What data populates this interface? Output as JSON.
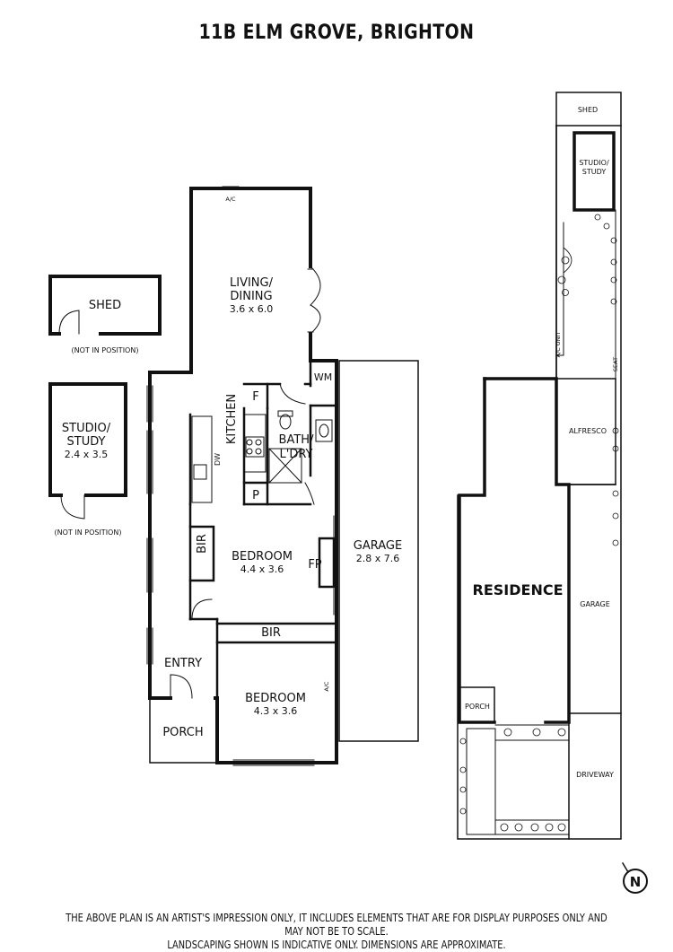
{
  "title": "11B ELM GROVE, BRIGHTON",
  "floor_plan": {
    "living": {
      "name_line1": "LIVING/",
      "name_line2": "DINING",
      "size": "3.6 x 6.0"
    },
    "kitchen": "KITCHEN",
    "bath": {
      "line1": "BATH/",
      "line2": "L'DRY"
    },
    "wm": "WM",
    "fridge": "F",
    "pantry": "P",
    "dishwasher": "DW",
    "ac": "A/C",
    "bedroom1": {
      "name": "BEDROOM",
      "size": "4.4 x 3.6"
    },
    "bedroom2": {
      "name": "BEDROOM",
      "size": "4.3 x 3.6"
    },
    "bir": "BIR",
    "fireplace": "FP",
    "garage": {
      "name": "GARAGE",
      "size": "2.8 x 7.6"
    },
    "entry": "ENTRY",
    "porch": "PORCH",
    "shed": {
      "name": "SHED",
      "note": "(NOT IN POSITION)"
    },
    "studio": {
      "line1": "STUDIO/",
      "line2": "STUDY",
      "size": "2.4 x 3.5",
      "note": "(NOT IN POSITION)"
    }
  },
  "site_plan": {
    "shed": "SHED",
    "studio_line1": "STUDIO/",
    "studio_line2": "STUDY",
    "ac_unit": "A/C UNIT",
    "seat": "SEAT",
    "alfresco": "ALFRESCO",
    "residence": "RESIDENCE",
    "garage": "GARAGE",
    "porch": "PORCH",
    "driveway": "DRIVEWAY"
  },
  "compass": "N",
  "disclaimer_line1": "THE ABOVE PLAN IS AN ARTIST'S IMPRESSION ONLY, IT INCLUDES ELEMENTS THAT ARE FOR DISPLAY PURPOSES ONLY AND MAY NOT BE TO SCALE.",
  "disclaimer_line2": "LANDSCAPING SHOWN IS INDICATIVE ONLY. DIMENSIONS ARE APPROXIMATE."
}
